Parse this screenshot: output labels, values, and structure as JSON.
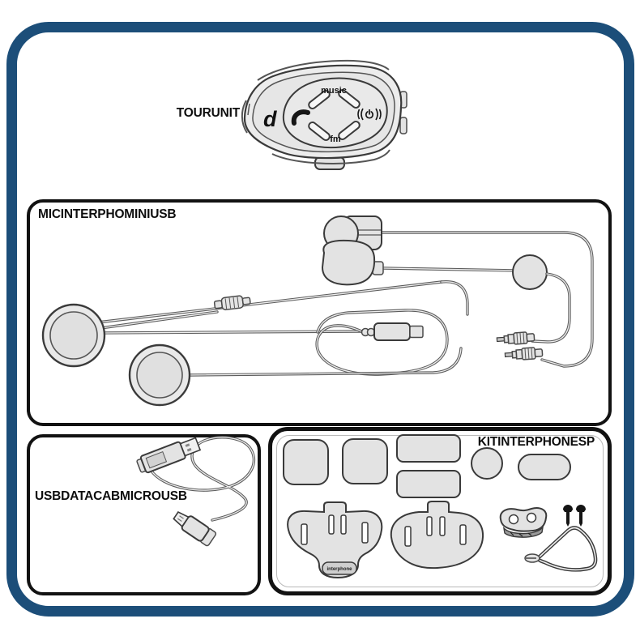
{
  "page": {
    "background": "#ffffff",
    "frame_color": "#1c4e79",
    "line_color": "#3a3a3a",
    "part_fill": "#e3e3e3"
  },
  "tour_unit": {
    "label": "TOURUNIT",
    "button_labels": {
      "music": "music",
      "fm": "fm"
    },
    "icons": [
      "interphone-logo",
      "phone-icon",
      "intercom-power-icon",
      "music-up-button",
      "music-down-button",
      "volume-up-button",
      "volume-down-button"
    ]
  },
  "boxes": {
    "mic_kit": {
      "label": "MICINTERPHOMINIUSB",
      "parts": [
        "helmet-speaker-large",
        "helmet-speaker-small",
        "inline-screw-connector",
        "mini-usb-connector",
        "corded-microphone-with-clip",
        "boom-microphone",
        "microphone-windscreen",
        "jack-plug-1",
        "jack-plug-2"
      ]
    },
    "usb_cable": {
      "label": "USBDATACABMICROUSB",
      "parts": [
        "usb-a-connector",
        "coiled-cable",
        "micro-usb-connector"
      ]
    },
    "mount_kit": {
      "label": "KITINTERPHONESP",
      "plate_logo": "interphone",
      "parts": [
        "velcro-pad-square-1",
        "velcro-pad-square-2",
        "adhesive-strip-1",
        "adhesive-strip-2",
        "round-pad",
        "oval-pad",
        "helmet-mount-plate-branded",
        "helmet-mount-plate-plain",
        "microphone-holder-bracket",
        "screw-1",
        "screw-2",
        "mounting-key-tool"
      ]
    }
  }
}
